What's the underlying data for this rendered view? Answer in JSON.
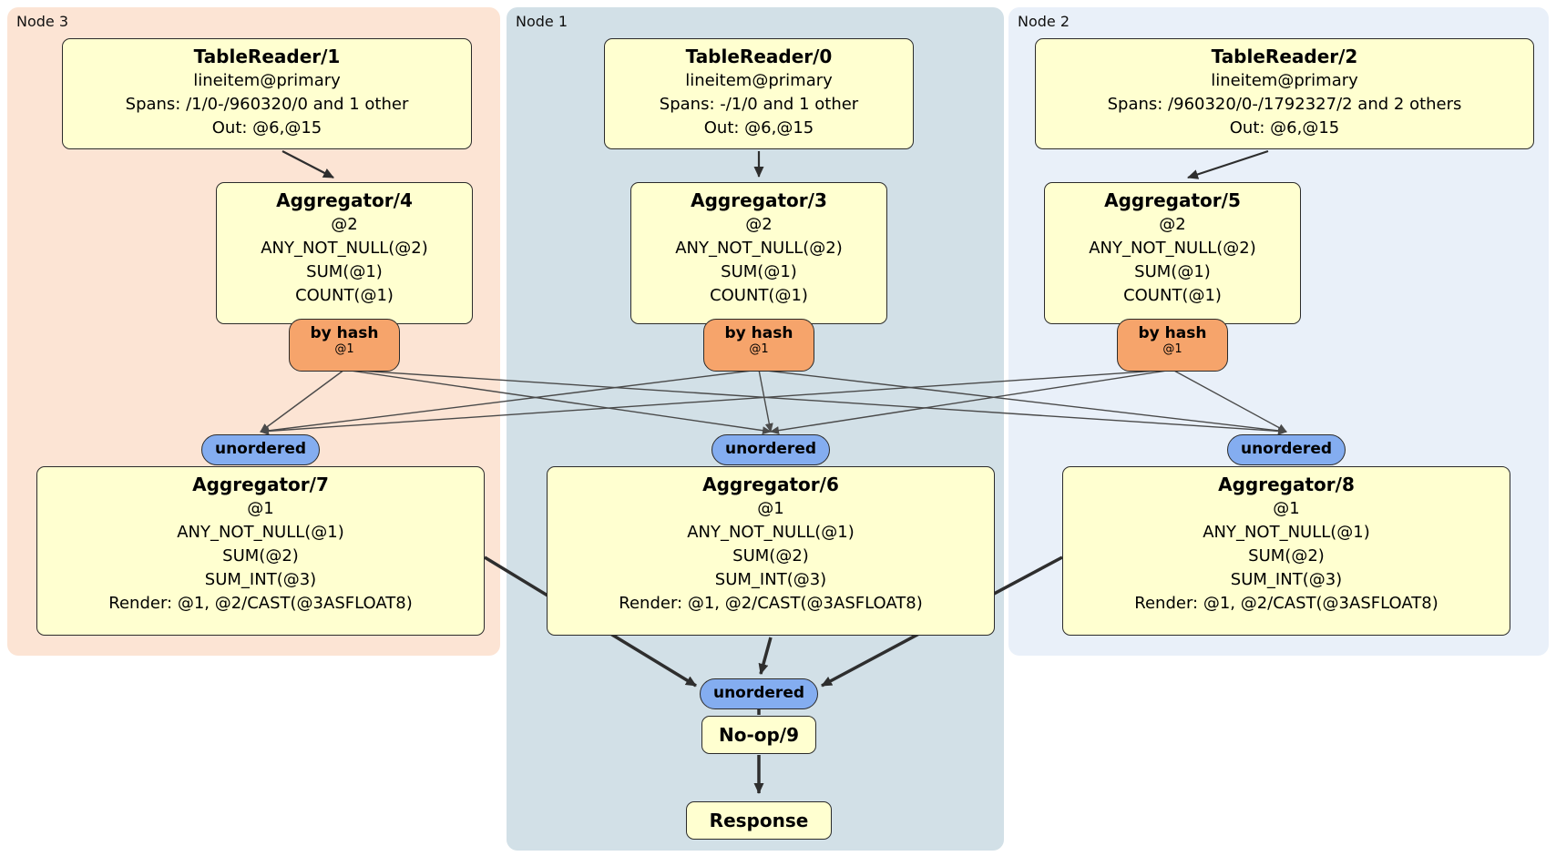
{
  "nodes": [
    {
      "label": "Node 3",
      "tablereader": {
        "title": "TableReader/1",
        "lines": [
          "lineitem@primary",
          "Spans: /1/0-/960320/0 and 1 other",
          "Out: @6,@15"
        ]
      },
      "aggregator_top": {
        "title": "Aggregator/4",
        "lines": [
          "@2",
          "ANY_NOT_NULL(@2)",
          "SUM(@1)",
          "COUNT(@1)"
        ]
      },
      "router": {
        "label": "by hash",
        "detail": "@1"
      },
      "stream": {
        "label": "unordered"
      },
      "aggregator_bottom": {
        "title": "Aggregator/7",
        "lines": [
          "@1",
          "ANY_NOT_NULL(@1)",
          "SUM(@2)",
          "SUM_INT(@3)",
          "Render: @1, @2/CAST(@3ASFLOAT8)"
        ]
      }
    },
    {
      "label": "Node 1",
      "tablereader": {
        "title": "TableReader/0",
        "lines": [
          "lineitem@primary",
          "Spans: -/1/0 and 1 other",
          "Out: @6,@15"
        ]
      },
      "aggregator_top": {
        "title": "Aggregator/3",
        "lines": [
          "@2",
          "ANY_NOT_NULL(@2)",
          "SUM(@1)",
          "COUNT(@1)"
        ]
      },
      "router": {
        "label": "by hash",
        "detail": "@1"
      },
      "stream": {
        "label": "unordered"
      },
      "aggregator_bottom": {
        "title": "Aggregator/6",
        "lines": [
          "@1",
          "ANY_NOT_NULL(@1)",
          "SUM(@2)",
          "SUM_INT(@3)",
          "Render: @1, @2/CAST(@3ASFLOAT8)"
        ]
      }
    },
    {
      "label": "Node 2",
      "tablereader": {
        "title": "TableReader/2",
        "lines": [
          "lineitem@primary",
          "Spans: /960320/0-/1792327/2 and 2 others",
          "Out: @6,@15"
        ]
      },
      "aggregator_top": {
        "title": "Aggregator/5",
        "lines": [
          "@2",
          "ANY_NOT_NULL(@2)",
          "SUM(@1)",
          "COUNT(@1)"
        ]
      },
      "router": {
        "label": "by hash",
        "detail": "@1"
      },
      "stream": {
        "label": "unordered"
      },
      "aggregator_bottom": {
        "title": "Aggregator/8",
        "lines": [
          "@1",
          "ANY_NOT_NULL(@1)",
          "SUM(@2)",
          "SUM_INT(@3)",
          "Render: @1, @2/CAST(@3ASFLOAT8)"
        ]
      }
    }
  ],
  "final": {
    "stream_label": "unordered",
    "noop_title": "No-op/9",
    "response_title": "Response"
  },
  "colors": {
    "panel_node3": "#fce4d4",
    "panel_node1": "#d2e0e7",
    "panel_node2": "#e9f0f9",
    "box_fill": "#ffffd0",
    "router_fill": "#f6a46b",
    "stream_fill": "#84adf0"
  }
}
